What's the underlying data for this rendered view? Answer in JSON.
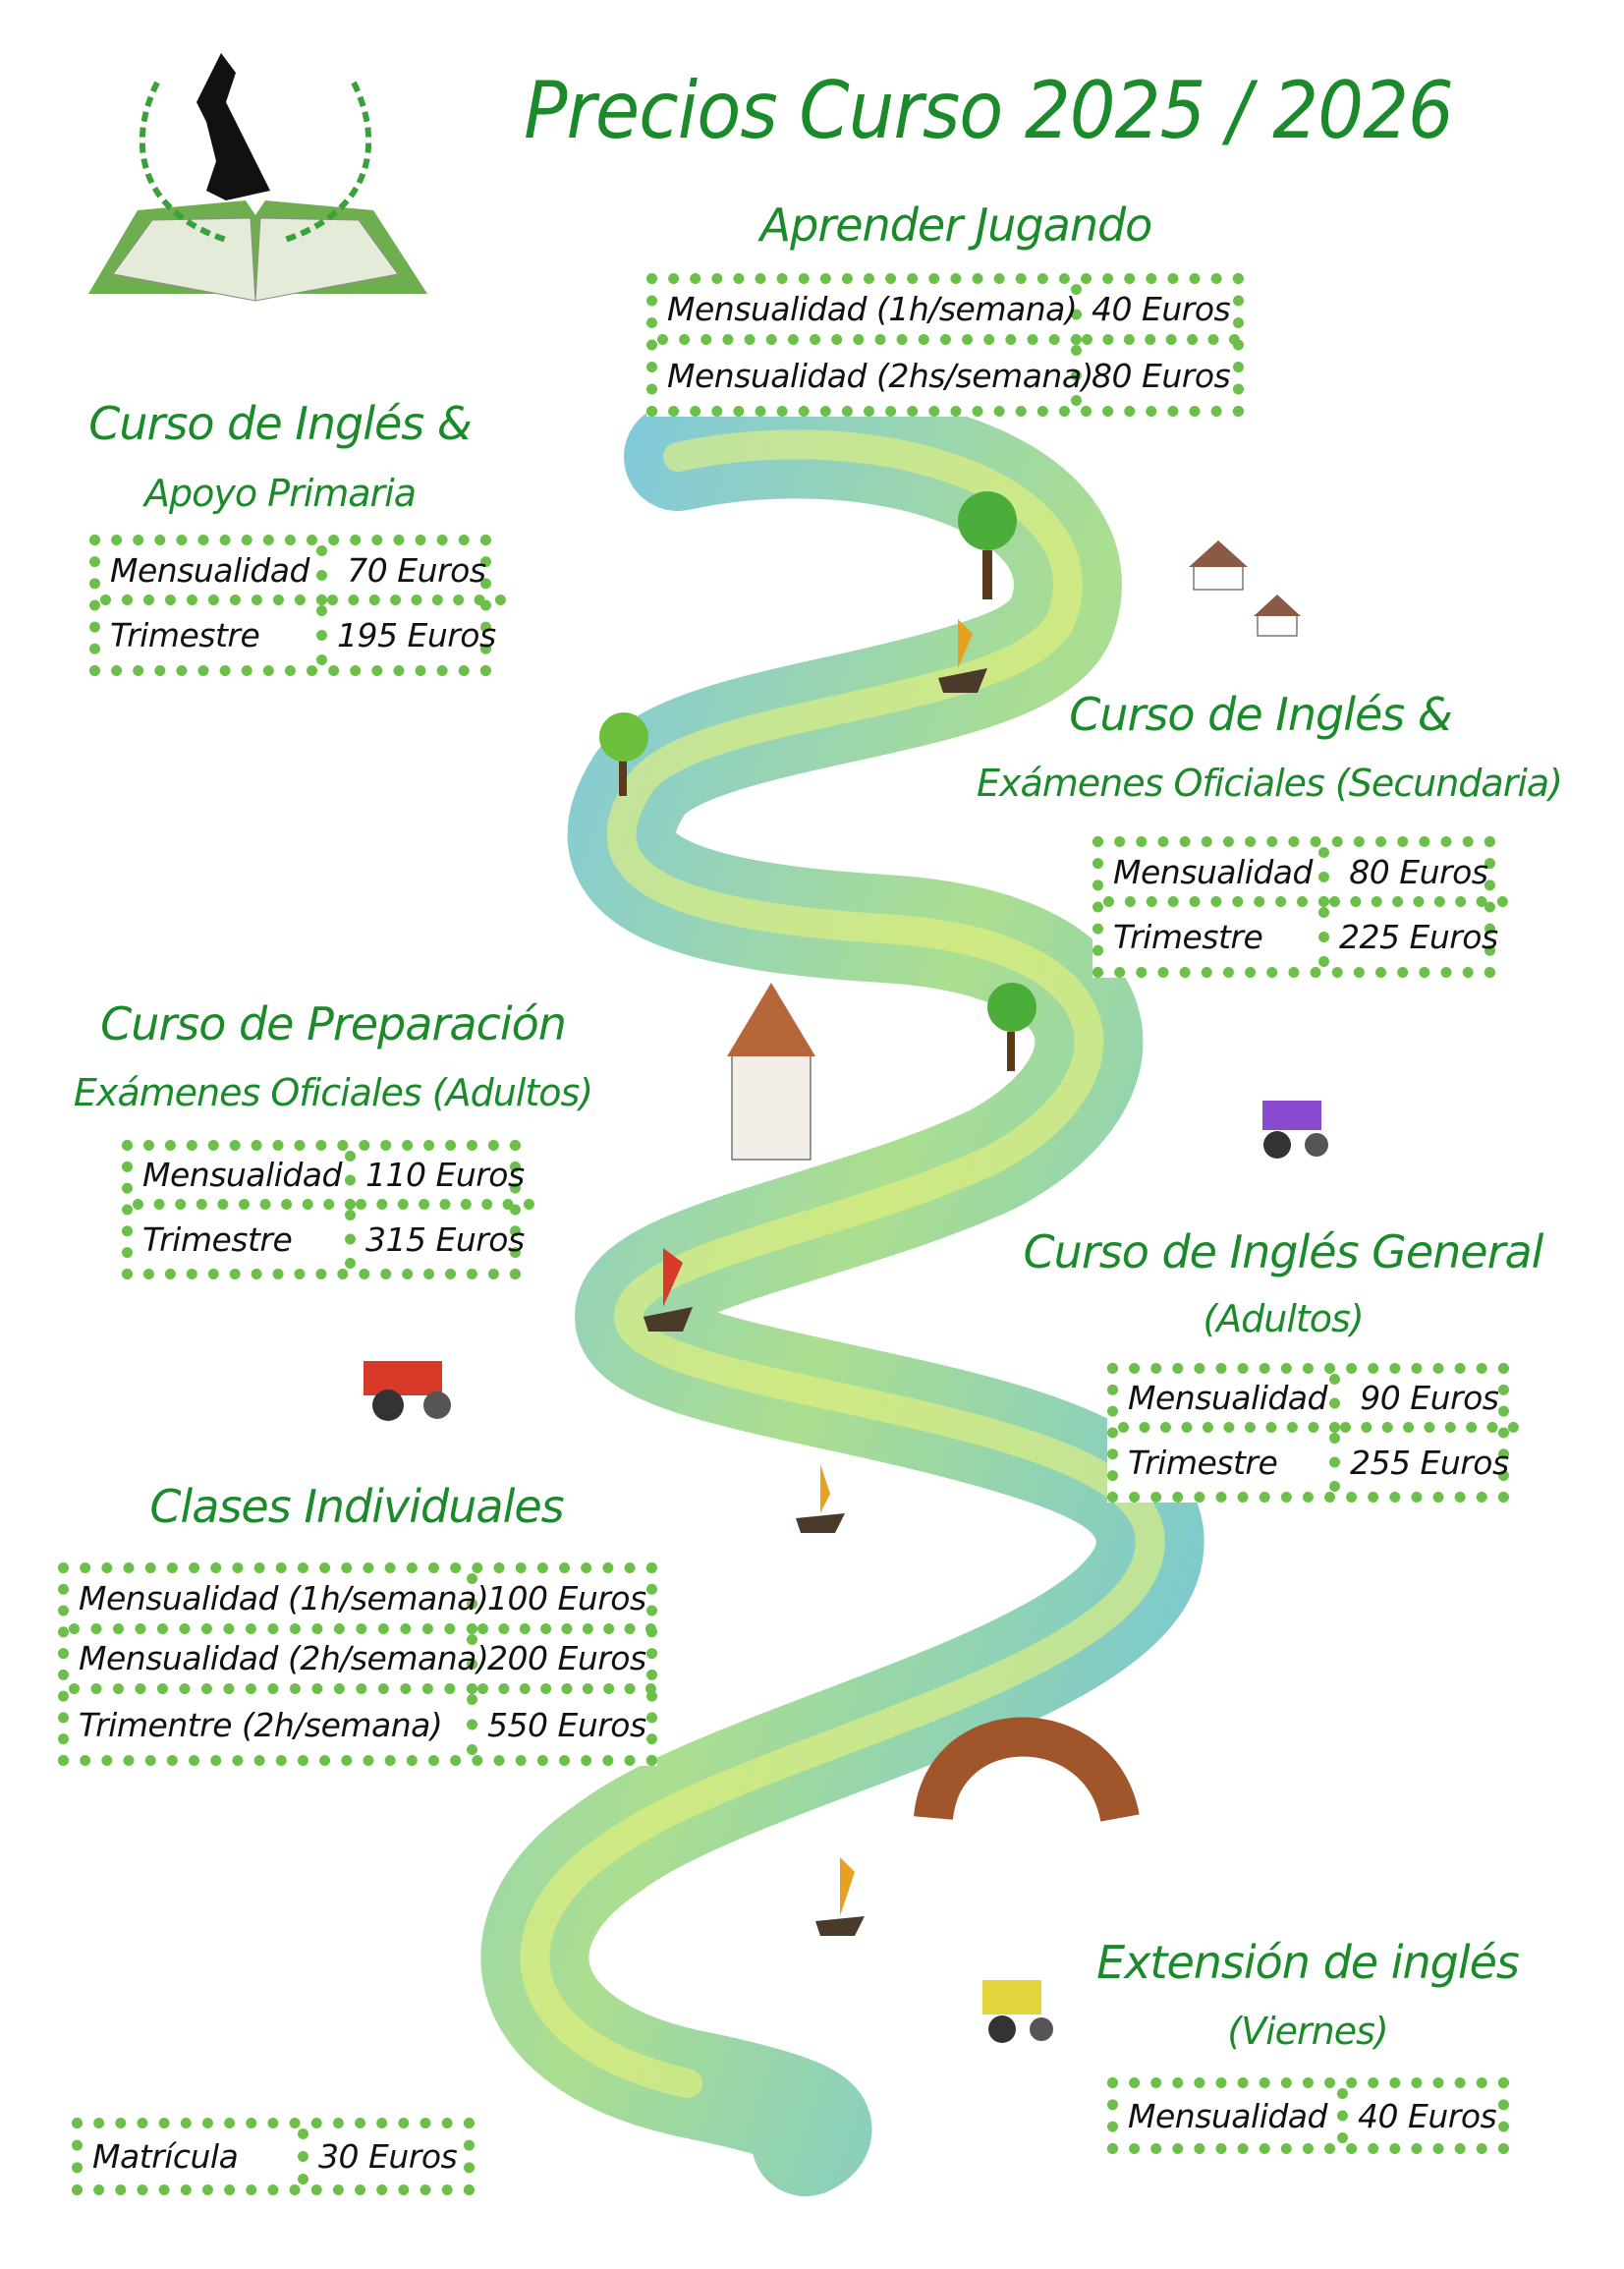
{
  "header": {
    "title": "Precios Curso 2025 / 2026"
  },
  "logo": {
    "name": "uk-map-book-laurel-logo"
  },
  "sections": {
    "aprender": {
      "title": "Aprender Jugando",
      "rows": [
        {
          "label": "Mensualidad (1h/semana)",
          "price": "40 Euros"
        },
        {
          "label": "Mensualidad (2hs/semana)",
          "price": "80 Euros"
        }
      ]
    },
    "primaria": {
      "title": "Curso de Inglés &",
      "subtitle": "Apoyo Primaria",
      "rows": [
        {
          "label": "Mensualidad",
          "price": "70 Euros"
        },
        {
          "label": "Trimestre",
          "price": "195 Euros"
        }
      ]
    },
    "secundaria": {
      "title": "Curso de Inglés &",
      "subtitle": "Exámenes Oficiales (Secundaria)",
      "rows": [
        {
          "label": "Mensualidad",
          "price": "80 Euros"
        },
        {
          "label": "Trimestre",
          "price": "225 Euros"
        }
      ]
    },
    "preparacion": {
      "title": "Curso de Preparación",
      "subtitle": "Exámenes Oficiales (Adultos)",
      "rows": [
        {
          "label": "Mensualidad",
          "price": "110 Euros"
        },
        {
          "label": "Trimestre",
          "price": "315 Euros"
        }
      ]
    },
    "general": {
      "title": "Curso de Inglés General",
      "subtitle": "(Adultos)",
      "rows": [
        {
          "label": "Mensualidad",
          "price": "90 Euros"
        },
        {
          "label": "Trimestre",
          "price": "255 Euros"
        }
      ]
    },
    "individuales": {
      "title": "Clases Individuales",
      "rows": [
        {
          "label": "Mensualidad (1h/semana)",
          "price": "100 Euros"
        },
        {
          "label": "Mensualidad (2h/semana)",
          "price": "200 Euros"
        },
        {
          "label": "Trimentre (2h/semana)",
          "price": "550 Euros"
        }
      ]
    },
    "extension": {
      "title": "Extensión de inglés",
      "subtitle": "(Viernes)",
      "rows": [
        {
          "label": "Mensualidad",
          "price": "40 Euros"
        }
      ]
    },
    "matricula": {
      "rows": [
        {
          "label": "Matrícula",
          "price": "30 Euros"
        }
      ]
    }
  },
  "colors": {
    "title_green": "#1b8a2a",
    "border_green": "#6cc04a"
  }
}
